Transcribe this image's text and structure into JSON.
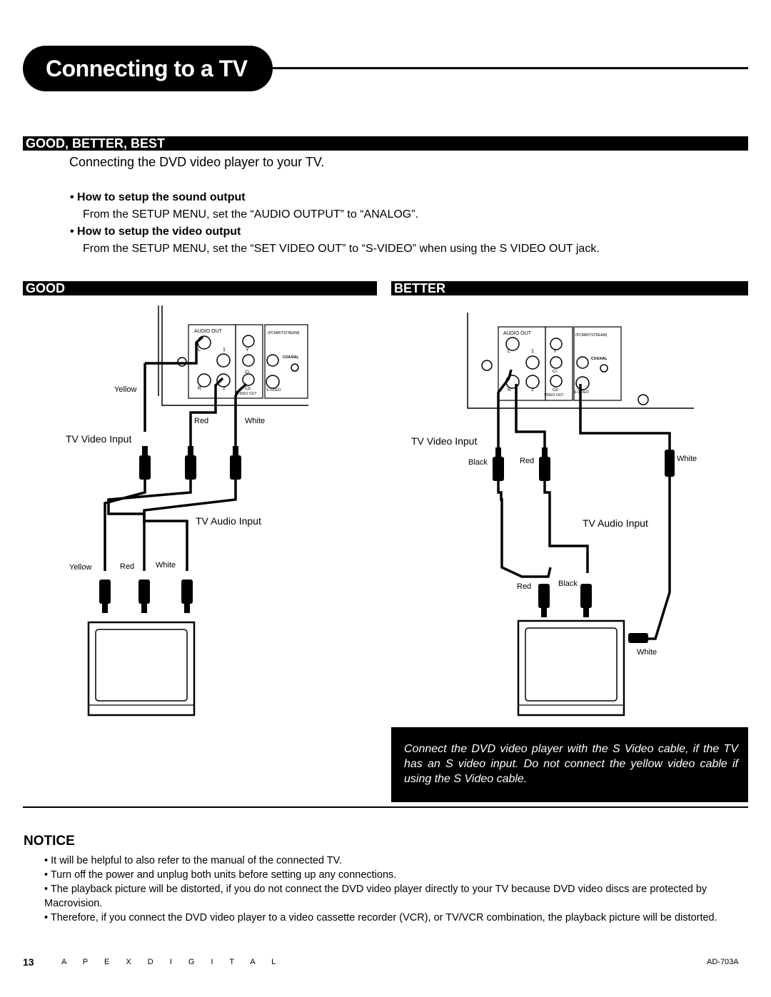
{
  "page": {
    "title": "Connecting to a TV",
    "section_heading": "GOOD, BETTER, BEST",
    "intro": "Connecting the DVD video player to your TV.",
    "bullets": [
      {
        "heading": "• How to setup the sound output",
        "text": "From the SETUP MENU, set the “AUDIO OUTPUT” to “ANALOG”."
      },
      {
        "heading": "• How to setup the video output",
        "text": "From the SETUP MENU, set the “SET VIDEO OUT” to “S-VIDEO” when using the S VIDEO OUT jack."
      }
    ]
  },
  "good": {
    "heading": "GOOD",
    "panel": {
      "audio_out": "AUDIO OUT",
      "pcm": "(PCM/BITSTREAM)",
      "coaxial": "COAXIAL",
      "video_out": "VIDEO OUT",
      "svideo": "S-VIDEO",
      "l": "L",
      "r": "R",
      "one": "1",
      "two": "2",
      "y": "Y",
      "cr": "Cr",
      "cb": "Cb"
    },
    "labels": {
      "yellow_top": "Yellow",
      "red_top": "Red",
      "white_top": "White",
      "tv_video_input": "TV Video Input",
      "tv_audio_input": "TV Audio Input",
      "yellow_bottom": "Yellow",
      "red_bottom": "Red",
      "white_bottom": "White"
    }
  },
  "better": {
    "heading": "BETTER",
    "panel": {
      "audio_out": "AUDIO OUT",
      "pcm": "(PCM/BITSTREAM)",
      "coaxial": "COAXIAL",
      "video_out": "VIDEO OUT",
      "svideo": "S-VIDEO",
      "l": "L",
      "r": "R",
      "one": "1",
      "two": "2",
      "y": "Y",
      "cr": "Cr",
      "cb": "Cb"
    },
    "labels": {
      "tv_video_input": "TV Video Input",
      "black_top": "Black",
      "red_top": "Red",
      "white_top": "White",
      "tv_audio_input": "TV Audio Input",
      "red_bottom": "Red",
      "black_bottom": "Black",
      "white_bottom": "White"
    }
  },
  "svideo_note": "Connect the DVD video player with the S Video cable, if the TV has an S video input.  Do not connect the yellow video cable if using the S Video cable.",
  "notice": {
    "heading": "NOTICE",
    "items": [
      "• It will be helpful to also refer to the manual of the connected TV.",
      "• Turn off the power and unplug both units before setting up any connections.",
      "• The playback picture will be distorted, if you do not connect the DVD video player directly to your TV because DVD video discs are protected by Macrovision.",
      "• Therefore, if you connect the DVD video player to a video cassette recorder (VCR), or TV/VCR combination, the playback picture will be distorted."
    ]
  },
  "footer": {
    "page_number": "13",
    "brand": "A P E X   D I G I T A L",
    "model": "AD-703A"
  }
}
